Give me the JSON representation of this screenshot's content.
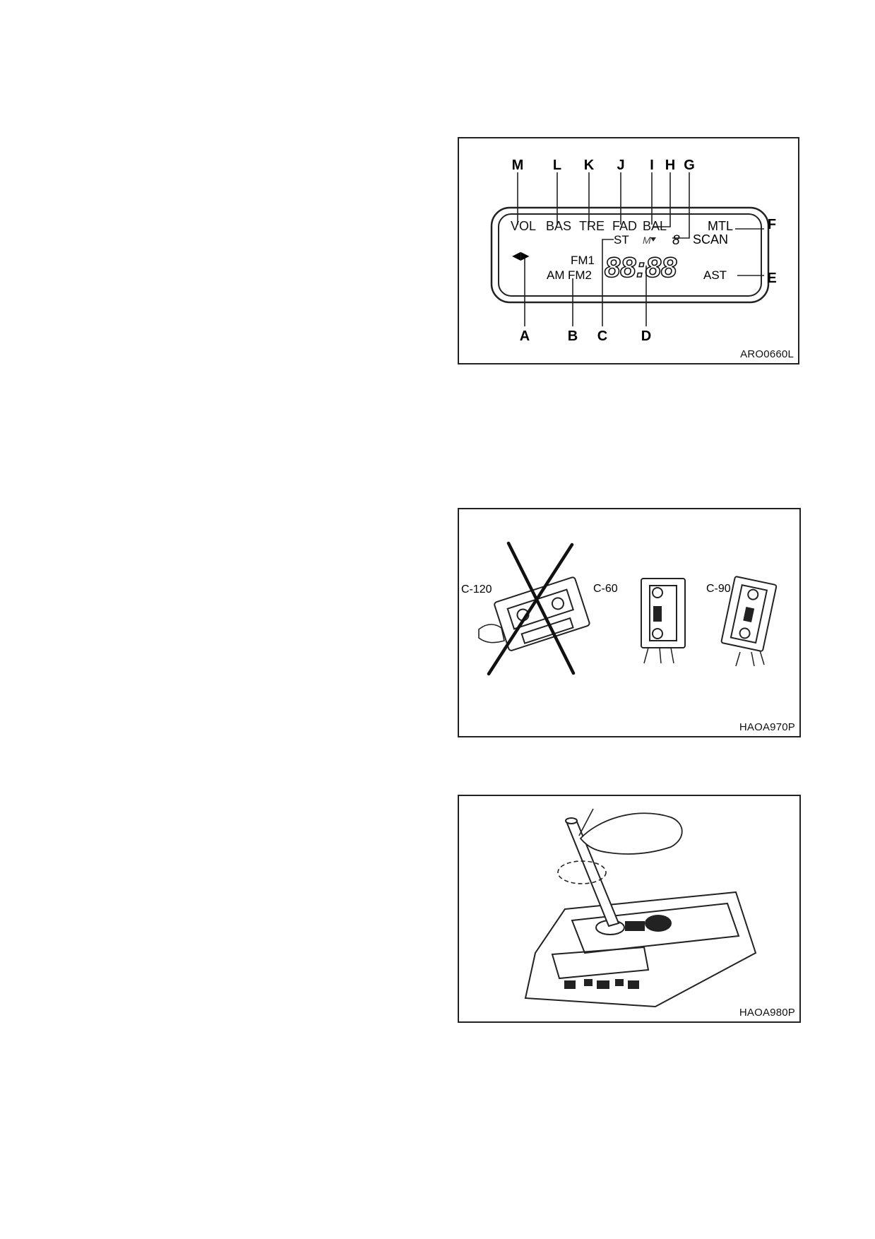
{
  "figures": [
    {
      "id": "ARO0660L",
      "caption": "ARO0660L",
      "callouts": [
        "M",
        "L",
        "K",
        "J",
        "I",
        "H",
        "G",
        "F",
        "E",
        "A",
        "B",
        "C",
        "D"
      ],
      "display": {
        "top_row": [
          "VOL",
          "BAS",
          "TRE",
          "FAD",
          "BAL"
        ],
        "mtl": "MTL",
        "st": "ST",
        "m_indicator": "M",
        "digit_8": "8",
        "scan": "SCAN",
        "arrows": "◀▶",
        "fm1": "FM1",
        "am": "AM",
        "fm2": "FM2",
        "clock": "88:88",
        "ast": "AST"
      }
    },
    {
      "id": "HAOA970P",
      "caption": "HAOA970P",
      "labels": [
        "C-120",
        "C-60",
        "C-90"
      ]
    },
    {
      "id": "HAOA980P",
      "caption": "HAOA980P"
    }
  ]
}
